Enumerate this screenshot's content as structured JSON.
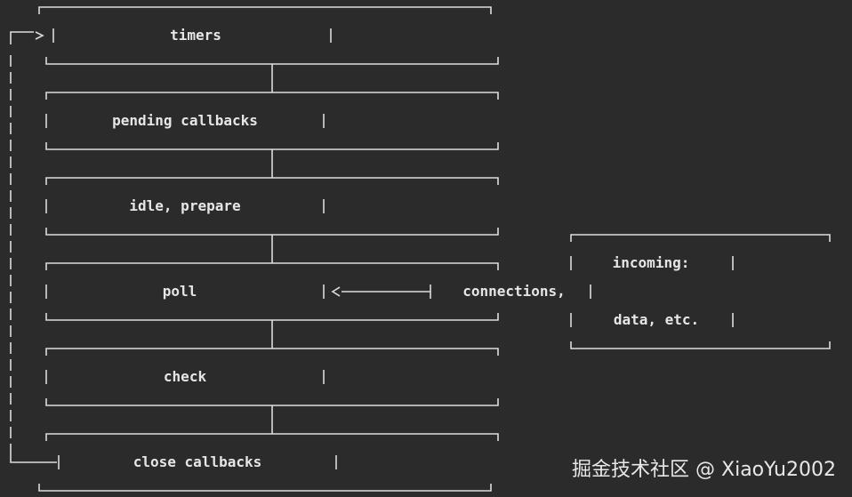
{
  "phases": [
    {
      "id": "timers",
      "label": "timers"
    },
    {
      "id": "pending-callbacks",
      "label": "pending callbacks"
    },
    {
      "id": "idle-prepare",
      "label": "idle, prepare"
    },
    {
      "id": "poll",
      "label": "poll"
    },
    {
      "id": "check",
      "label": "check"
    },
    {
      "id": "close-callbacks",
      "label": "close callbacks"
    }
  ],
  "incoming": {
    "line1": "incoming:",
    "line2": "connections,",
    "line3": "data, etc."
  },
  "watermark": "掘金技术社区 @ XiaoYu2002",
  "colors": {
    "background": "#2b2b2b",
    "line": "#dcdcdc",
    "text": "#e6e6e6"
  }
}
